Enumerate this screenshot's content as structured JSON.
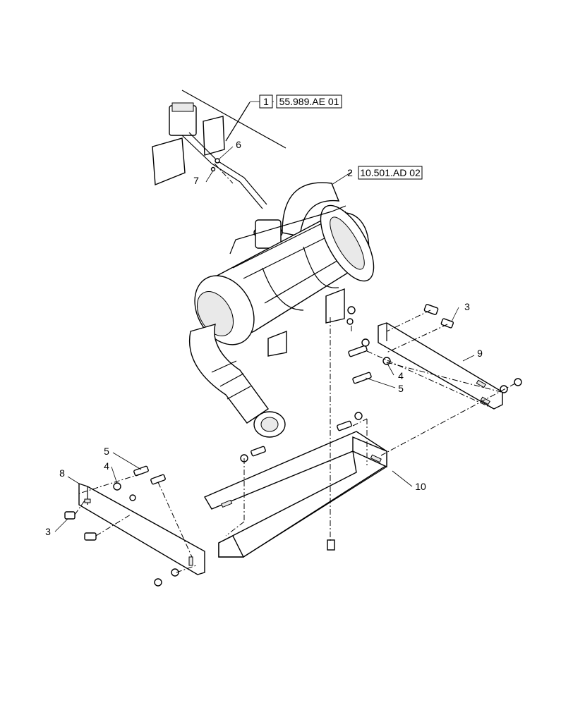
{
  "callouts": {
    "c1": "1",
    "c2": "2",
    "c3a": "3",
    "c3b": "3",
    "c4a": "4",
    "c4b": "4",
    "c5a": "5",
    "c5b": "5",
    "c6": "6",
    "c7": "7",
    "c8": "8",
    "c9": "9",
    "c10": "10"
  },
  "references": {
    "ref1": "55.989.AE 01",
    "ref2": "10.501.AD 02"
  }
}
